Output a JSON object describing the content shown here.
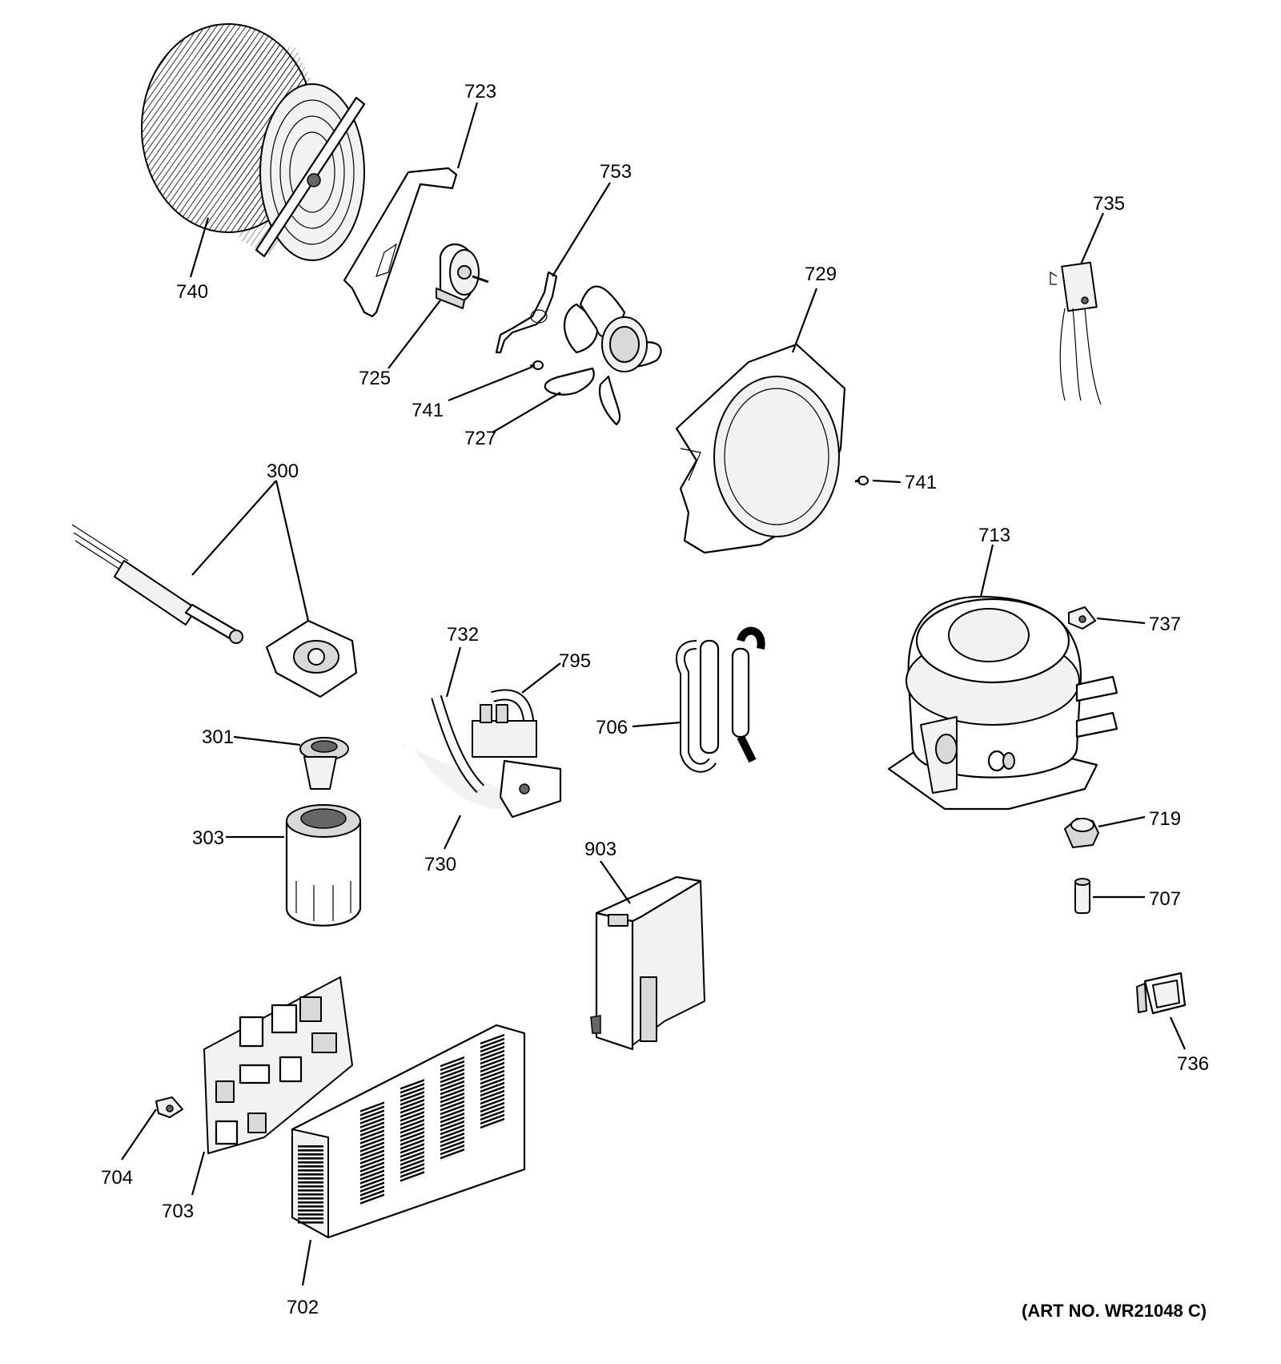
{
  "diagram": {
    "art_number": "(ART NO. WR21048 C)",
    "callouts": [
      {
        "id": "740",
        "label": "740"
      },
      {
        "id": "723",
        "label": "723"
      },
      {
        "id": "725",
        "label": "725"
      },
      {
        "id": "753",
        "label": "753"
      },
      {
        "id": "741a",
        "label": "741"
      },
      {
        "id": "727",
        "label": "727"
      },
      {
        "id": "729",
        "label": "729"
      },
      {
        "id": "741b",
        "label": "741"
      },
      {
        "id": "735",
        "label": "735"
      },
      {
        "id": "300",
        "label": "300"
      },
      {
        "id": "301",
        "label": "301"
      },
      {
        "id": "303",
        "label": "303"
      },
      {
        "id": "732",
        "label": "732"
      },
      {
        "id": "795",
        "label": "795"
      },
      {
        "id": "730",
        "label": "730"
      },
      {
        "id": "706",
        "label": "706"
      },
      {
        "id": "713",
        "label": "713"
      },
      {
        "id": "737",
        "label": "737"
      },
      {
        "id": "719",
        "label": "719"
      },
      {
        "id": "707",
        "label": "707"
      },
      {
        "id": "736",
        "label": "736"
      },
      {
        "id": "903",
        "label": "903"
      },
      {
        "id": "704",
        "label": "704"
      },
      {
        "id": "703",
        "label": "703"
      },
      {
        "id": "702",
        "label": "702"
      }
    ]
  }
}
